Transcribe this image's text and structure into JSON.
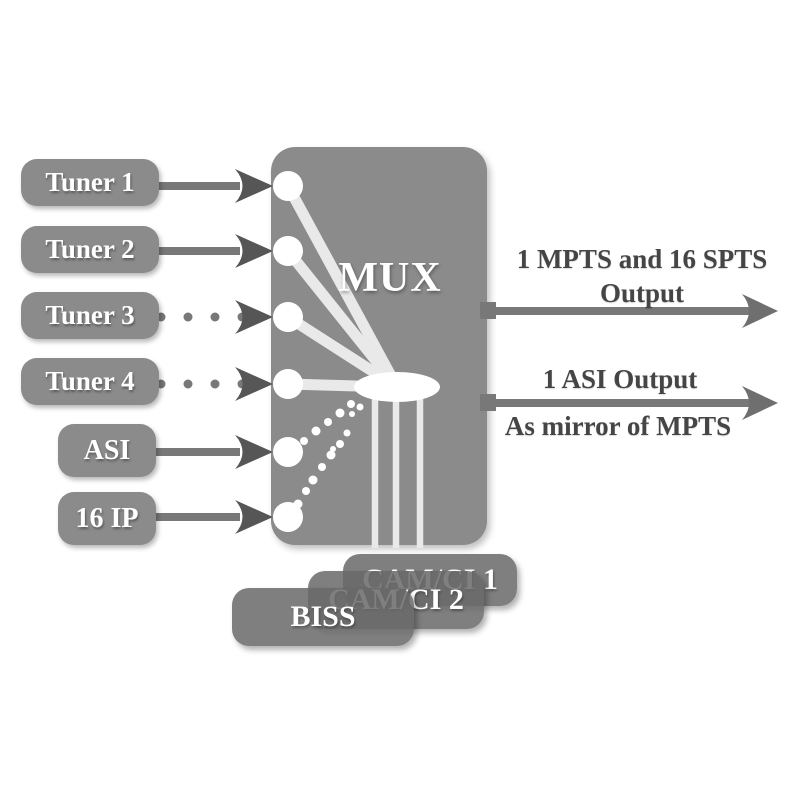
{
  "inputs": [
    {
      "label": "Tuner 1",
      "connector": "solid"
    },
    {
      "label": "Tuner 2",
      "connector": "solid"
    },
    {
      "label": "Tuner 3",
      "connector": "dotted"
    },
    {
      "label": "Tuner 4",
      "connector": "dotted"
    },
    {
      "label": "ASI",
      "connector": "solid"
    },
    {
      "label": "16 IP",
      "connector": "solid"
    }
  ],
  "mux": {
    "label": "MUX"
  },
  "outputs": [
    {
      "line1": "1 MPTS and 16 SPTS",
      "line2": "Output"
    },
    {
      "line1": "1 ASI Output",
      "line2": "As mirror of MPTS"
    }
  ],
  "modules": [
    {
      "label": "CAM/CI 1"
    },
    {
      "label": "CAM/CI 2"
    },
    {
      "label": "BISS"
    }
  ],
  "colors": {
    "background": "#ffffff",
    "box_gray": "#8b8b8b",
    "module_gray": "rgba(104,104,104,0.85)",
    "arrow_gray": "#787878",
    "arrowhead_dark": "#565656",
    "arrowhead_out": "#6f6f6f",
    "light_line": "#e9e9e9",
    "node_white": "#ffffff",
    "output_text": "#454545"
  }
}
